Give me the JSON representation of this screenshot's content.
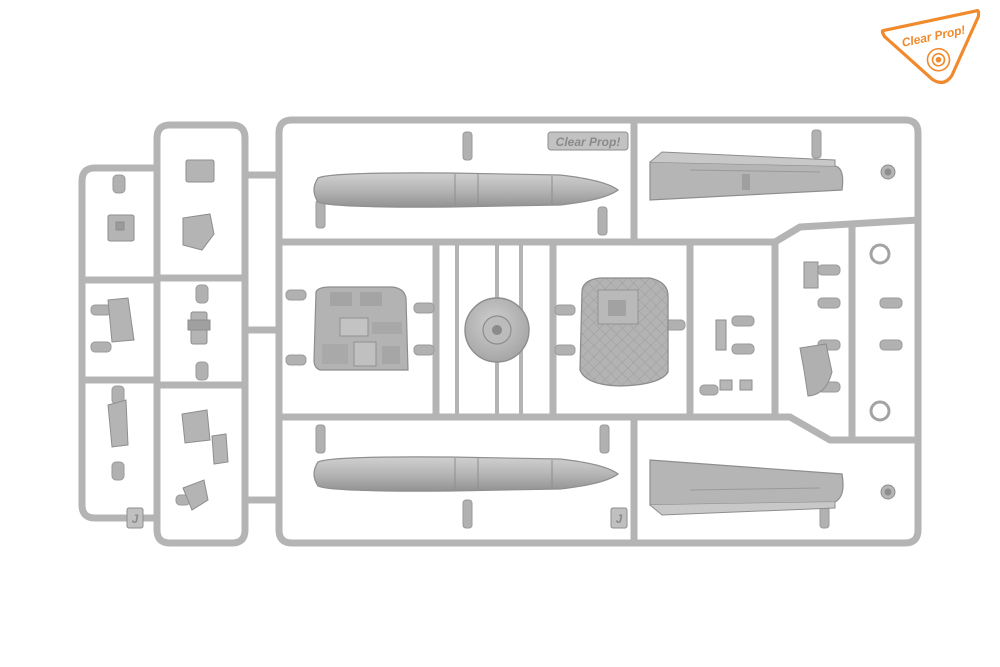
{
  "photo": {
    "subject_alt": "Clear Prop! plastic model kit sprue frame with grey parts",
    "background_color": "#ffffff",
    "plastic_color": "#b9b9b9",
    "plastic_shade": "#9c9c9c",
    "plastic_highlight": "#d4d4d4",
    "accent_color": "#f08a2c"
  },
  "brand_logo": {
    "text": "Clear Prop!"
  },
  "sprue": {
    "molded_brand": "Clear Prop!",
    "letter_tags": [
      "J",
      "J"
    ]
  }
}
